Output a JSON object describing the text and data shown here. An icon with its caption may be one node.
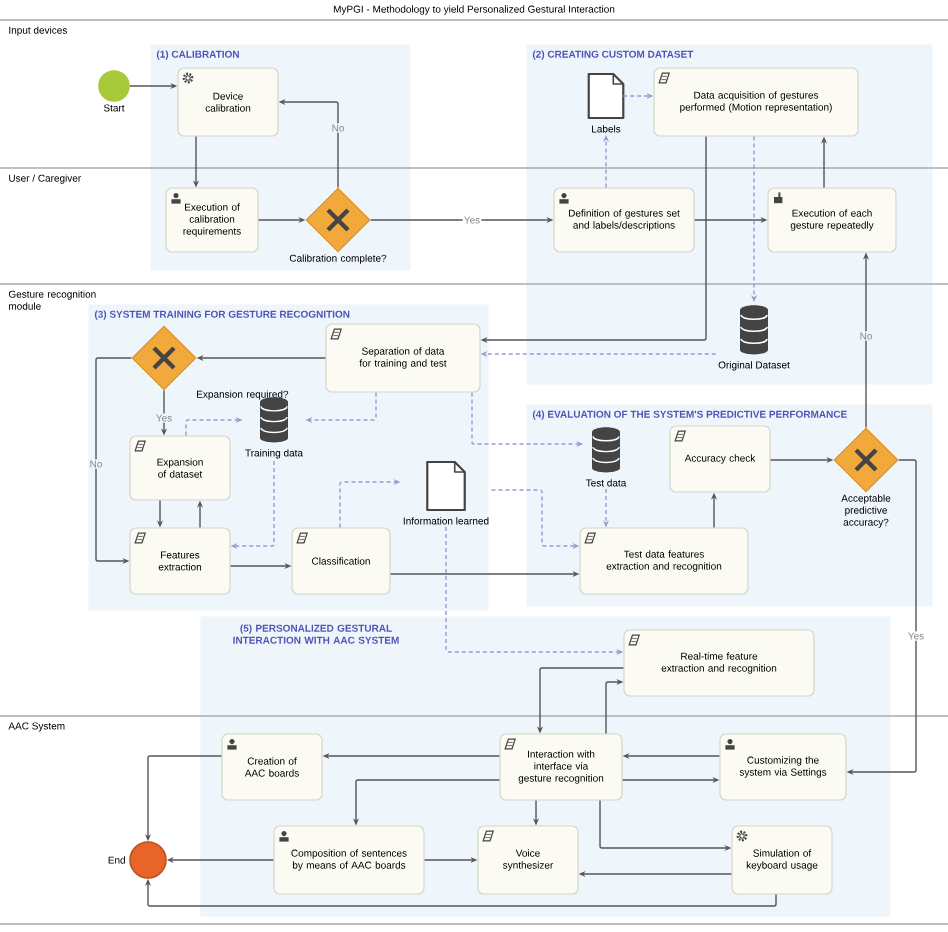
{
  "diagram": {
    "title": "MyPGI - Methodology to yield Personalized Gestural Interaction",
    "nodes": [
      {
        "text": [
          "(1) CALIBRATION"
        ]
      },
      {
        "text": [
          "(2) CREATING CUSTOM DATASET"
        ]
      },
      {
        "text": [
          "(3) SYSTEM TRAINING FOR GESTURE RECOGNITION"
        ]
      },
      {
        "text": [
          "(4) EVALUATION OF THE SYSTEM'S PREDICTIVE PERFORMANCE"
        ]
      },
      {
        "text": [
          "(5) PERSONALIZED GESTURAL INTERACTION WITH AAC SYSTEM"
        ]
      },
      {
        "text": [],
        "shape": "circle",
        "beside": [
          "Start"
        ]
      },
      {
        "text": [
          "Device calibration"
        ],
        "in": 0
      },
      {
        "text": [
          "Execution of calibration requirements"
        ],
        "in": 0
      },
      {
        "text": [],
        "shape": "diamond",
        "beside": [
          "Calibration complete?"
        ],
        "in": 0
      },
      {
        "text": [
          "Labels"
        ],
        "in": 1
      },
      {
        "text": [
          "Data acquisition of gestures performed (Motion representation)"
        ],
        "in": 1
      },
      {
        "text": [
          "Definition of gestures set and labels/descriptions"
        ],
        "in": 1
      },
      {
        "text": [
          "Execution of each gesture repeatedly"
        ],
        "in": 1
      },
      {
        "text": [
          "Original Dataset"
        ],
        "in": 1
      },
      {
        "text": [
          "Separation of data for training and test"
        ],
        "in": 2
      },
      {
        "text": [],
        "shape": "diamond",
        "beside": [
          "Expansion required?"
        ],
        "in": 2
      },
      {
        "text": [
          "Expansion of dataset"
        ],
        "in": 2
      },
      {
        "text": [
          "Training data"
        ],
        "in": 2
      },
      {
        "text": [
          "Features extraction"
        ],
        "in": 2
      },
      {
        "text": [
          "Classification"
        ],
        "in": 2
      },
      {
        "text": [
          "Information learned"
        ],
        "in": 2
      },
      {
        "text": [
          "Test data"
        ],
        "in": 3
      },
      {
        "text": [
          "Accuracy check"
        ],
        "in": 3
      },
      {
        "text": [],
        "shape": "diamond",
        "beside": [
          "Acceptable predictive accuracy?"
        ],
        "in": 3
      },
      {
        "text": [
          "Test data features extraction and recognition"
        ],
        "in": 3
      },
      {
        "text": [
          "Real-time feature extraction and recognition"
        ],
        "in": 4
      },
      {
        "text": [
          "Creation of AAC boards"
        ],
        "in": 4
      },
      {
        "text": [
          "Composition of sentences by means of AAC boards"
        ],
        "in": 4
      },
      {
        "text": [],
        "shape": "circle",
        "beside": [
          "End"
        ]
      },
      {
        "text": [
          "Interaction with interface via gesture recognition"
        ],
        "in": 4
      },
      {
        "text": [
          "Customizing the system via Settings"
        ],
        "in": 4
      },
      {
        "text": [
          "Voice synthesizer"
        ],
        "in": 4
      },
      {
        "text": [
          "Simulation of keyboard usage"
        ],
        "in": 4
      }
    ],
    "edges": [
      {
        "from": 5,
        "to": 6,
        "arrow": "to"
      },
      {
        "from": 6,
        "to": 7,
        "arrow": "to"
      },
      {
        "from": 7,
        "to": 8,
        "arrow": "to"
      },
      {
        "from": 8,
        "to": 6,
        "arrow": "to",
        "label": "No"
      },
      {
        "from": 8,
        "to": 11,
        "arrow": "to",
        "label": "Yes"
      },
      {
        "from": 11,
        "to": 12,
        "arrow": "to"
      },
      {
        "from": 12,
        "to": 10,
        "arrow": "to"
      },
      {
        "from": 9,
        "to": 10,
        "arrow": "to",
        "style": "dashed",
        "color": "#9a9ad2"
      },
      {
        "from": 11,
        "to": 9,
        "arrow": "to",
        "style": "dashed",
        "color": "#9a9ad2"
      },
      {
        "from": 10,
        "to": 13,
        "arrow": "to",
        "style": "dashed",
        "color": "#9a9ad2"
      },
      {
        "from": 10,
        "to": 14,
        "arrow": "to"
      },
      {
        "from": 13,
        "to": 14,
        "arrow": "to",
        "style": "dashed",
        "color": "#9a9ad2"
      },
      {
        "from": 14,
        "to": 15,
        "arrow": "to"
      },
      {
        "from": 15,
        "to": 16,
        "arrow": "to",
        "label": "Yes"
      },
      {
        "from": 15,
        "to": 18,
        "arrow": "to",
        "label": "No"
      },
      {
        "from": 16,
        "to": 18,
        "arrow": "to"
      },
      {
        "from": 18,
        "to": 16,
        "arrow": "to"
      },
      {
        "from": 14,
        "to": 17,
        "arrow": "to",
        "style": "dashed",
        "color": "#9a9ad2"
      },
      {
        "from": 16,
        "to": 17,
        "arrow": "to",
        "style": "dashed",
        "color": "#9a9ad2"
      },
      {
        "from": 17,
        "to": 18,
        "arrow": "to",
        "style": "dashed",
        "color": "#9a9ad2"
      },
      {
        "from": 18,
        "to": 19,
        "arrow": "to"
      },
      {
        "from": 19,
        "to": 20,
        "arrow": "to",
        "style": "dashed",
        "color": "#9a9ad2"
      },
      {
        "from": 14,
        "to": 21,
        "arrow": "to",
        "style": "dashed",
        "color": "#9a9ad2"
      },
      {
        "from": 20,
        "to": 24,
        "arrow": "to",
        "style": "dashed",
        "color": "#9a9ad2"
      },
      {
        "from": 19,
        "to": 24,
        "arrow": "to"
      },
      {
        "from": 21,
        "to": 24,
        "arrow": "to",
        "style": "dashed",
        "color": "#9a9ad2"
      },
      {
        "from": 24,
        "to": 22,
        "arrow": "to"
      },
      {
        "from": 22,
        "to": 23,
        "arrow": "to"
      },
      {
        "from": 23,
        "to": 12,
        "arrow": "to",
        "label": "No"
      },
      {
        "from": 23,
        "to": 30,
        "arrow": "to",
        "label": "Yes"
      },
      {
        "from": 20,
        "to": 25,
        "arrow": "to",
        "style": "dashed",
        "color": "#9a9ad2"
      },
      {
        "from": 25,
        "to": 29,
        "arrow": "to"
      },
      {
        "from": 29,
        "to": 25,
        "arrow": "to"
      },
      {
        "from": 30,
        "to": 29,
        "arrow": "to"
      },
      {
        "from": 29,
        "to": 30,
        "arrow": "to"
      },
      {
        "from": 29,
        "to": 31,
        "arrow": "to"
      },
      {
        "from": 29,
        "to": 32,
        "arrow": "to"
      },
      {
        "from": 32,
        "to": 31,
        "arrow": "to"
      },
      {
        "from": 32,
        "to": 28,
        "arrow": "to"
      },
      {
        "from": 29,
        "to": 26,
        "arrow": "to"
      },
      {
        "from": 29,
        "to": 27,
        "arrow": "to"
      },
      {
        "from": 26,
        "to": 28,
        "arrow": "to"
      },
      {
        "from": 27,
        "to": 28,
        "arrow": "to"
      },
      {
        "from": 27,
        "to": 31,
        "arrow": "to"
      }
    ],
    "labels": [
      "Input devices",
      "User / Caregiver",
      "Gesture recognition module",
      "AAC System"
    ]
  }
}
